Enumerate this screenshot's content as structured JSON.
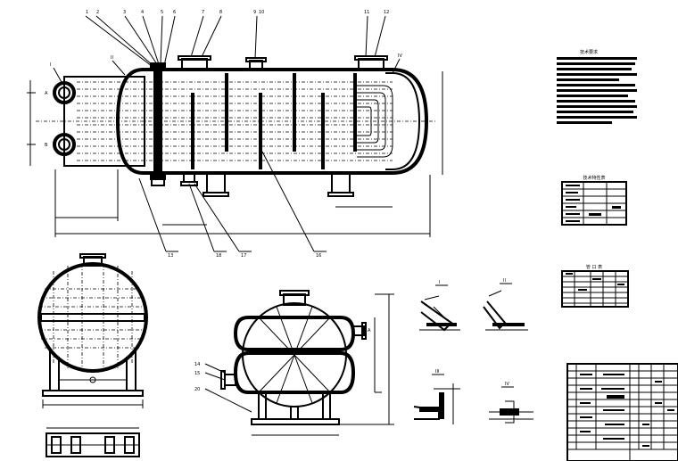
{
  "sheet": {
    "callouts_top": [
      "1",
      "2",
      "3",
      "4",
      "5",
      "6",
      "7",
      "8",
      "9",
      "10",
      "11",
      "12"
    ],
    "callouts_left": [
      "I",
      "II",
      "A",
      "B"
    ],
    "callouts_bottom": [
      "13",
      "18",
      "17",
      "16"
    ],
    "callout_right": "IV",
    "end_view_tags": [
      "A",
      "B"
    ],
    "side_view_tags": [
      "14",
      "15",
      "20",
      "A"
    ],
    "detail_tags": [
      "I",
      "II",
      "III",
      "IV"
    ]
  },
  "legend": {
    "notes_title": "技术要求",
    "table1_title": "技术特性表",
    "table2_title": "管 口 表"
  }
}
